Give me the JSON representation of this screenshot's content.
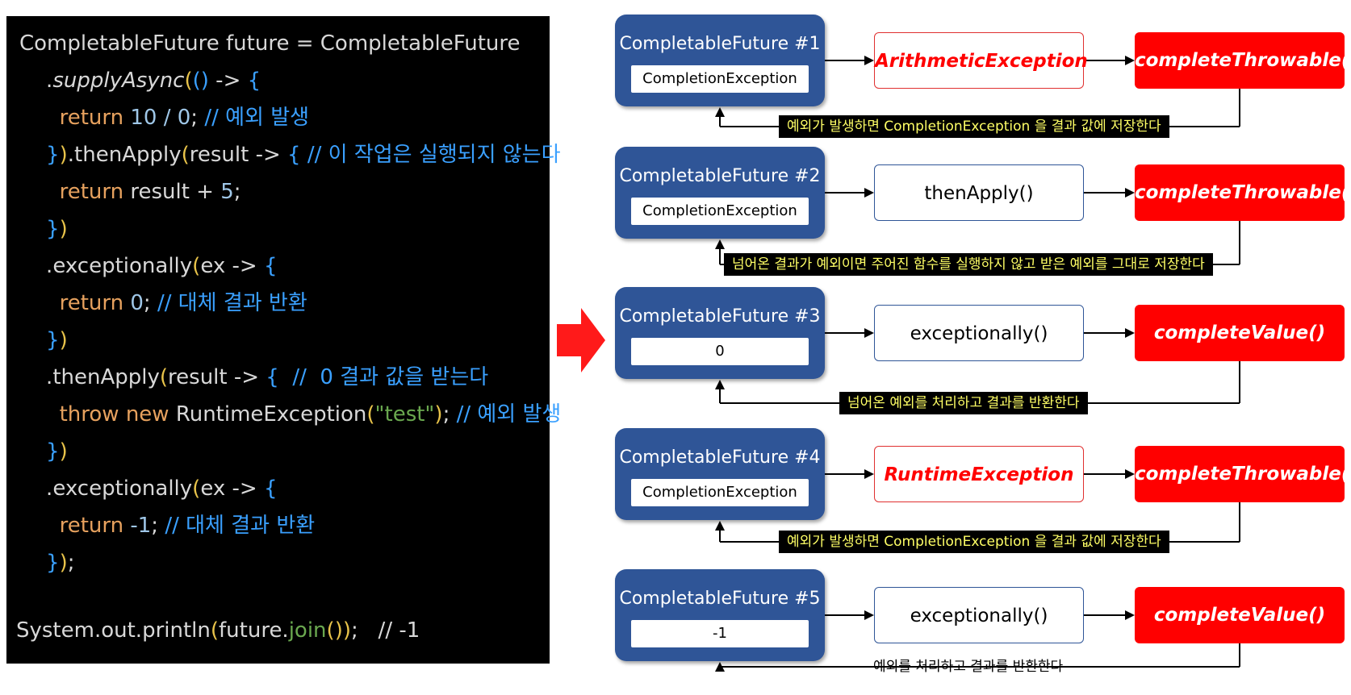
{
  "code": {
    "lines": [
      [
        {
          "t": "CompletableFuture future = CompletableFuture",
          "c": "white"
        }
      ],
      [
        {
          "t": "    .",
          "c": "white"
        },
        {
          "t": "supplyAsync",
          "c": "white",
          "i": true
        },
        {
          "t": "(",
          "c": "yellow"
        },
        {
          "t": "()",
          "c": "blue"
        },
        {
          "t": " -> ",
          "c": "white"
        },
        {
          "t": "{",
          "c": "blue"
        }
      ],
      [
        {
          "t": "      return ",
          "c": "orange"
        },
        {
          "t": "10 / 0",
          "c": "num"
        },
        {
          "t": "; ",
          "c": "white"
        },
        {
          "t": "// 예외 발생",
          "c": "blue"
        }
      ],
      [
        {
          "t": "    }",
          "c": "blue"
        },
        {
          "t": ")",
          "c": "yellow"
        },
        {
          "t": ".thenApply",
          "c": "white"
        },
        {
          "t": "(",
          "c": "yellow"
        },
        {
          "t": "result -> ",
          "c": "white"
        },
        {
          "t": "{ // 이 작업은 실행되지 않는다",
          "c": "blue"
        }
      ],
      [
        {
          "t": "      return ",
          "c": "orange"
        },
        {
          "t": "result + ",
          "c": "white"
        },
        {
          "t": "5",
          "c": "num"
        },
        {
          "t": ";",
          "c": "white"
        }
      ],
      [
        {
          "t": "    }",
          "c": "blue"
        },
        {
          "t": ")",
          "c": "yellow"
        }
      ],
      [
        {
          "t": "    .exceptionally",
          "c": "white"
        },
        {
          "t": "(",
          "c": "yellow"
        },
        {
          "t": "ex -> ",
          "c": "white"
        },
        {
          "t": "{",
          "c": "blue"
        }
      ],
      [
        {
          "t": "      return ",
          "c": "orange"
        },
        {
          "t": "0",
          "c": "num"
        },
        {
          "t": "; ",
          "c": "white"
        },
        {
          "t": "// 대체 결과 반환",
          "c": "blue"
        }
      ],
      [
        {
          "t": "    }",
          "c": "blue"
        },
        {
          "t": ")",
          "c": "yellow"
        }
      ],
      [
        {
          "t": "    .thenApply",
          "c": "white"
        },
        {
          "t": "(",
          "c": "yellow"
        },
        {
          "t": "result -> ",
          "c": "white"
        },
        {
          "t": "{  //  0 결과 값을 받는다",
          "c": "blue"
        }
      ],
      [
        {
          "t": "      throw new ",
          "c": "orange"
        },
        {
          "t": "RuntimeException",
          "c": "white"
        },
        {
          "t": "(",
          "c": "yellow"
        },
        {
          "t": "\"test\"",
          "c": "green"
        },
        {
          "t": ")",
          "c": "yellow"
        },
        {
          "t": "; ",
          "c": "white"
        },
        {
          "t": "// 예외 발생",
          "c": "blue"
        }
      ],
      [
        {
          "t": "    }",
          "c": "blue"
        },
        {
          "t": ")",
          "c": "yellow"
        }
      ],
      [
        {
          "t": "    .exceptionally",
          "c": "white"
        },
        {
          "t": "(",
          "c": "yellow"
        },
        {
          "t": "ex -> ",
          "c": "white"
        },
        {
          "t": "{",
          "c": "blue"
        }
      ],
      [
        {
          "t": "      return ",
          "c": "orange"
        },
        {
          "t": "-1",
          "c": "num"
        },
        {
          "t": "; ",
          "c": "white"
        },
        {
          "t": "// 대체 결과 반환",
          "c": "blue"
        }
      ],
      [
        {
          "t": "    }",
          "c": "blue"
        },
        {
          "t": ")",
          "c": "yellow"
        },
        {
          "t": ";",
          "c": "white"
        }
      ],
      [],
      [
        {
          "t": "System.out.println",
          "c": "white"
        },
        {
          "t": "(",
          "c": "yellow"
        },
        {
          "t": "future.",
          "c": "white"
        },
        {
          "t": "join",
          "c": "green"
        },
        {
          "t": "()",
          "c": "yellow"
        },
        {
          "t": ")",
          "c": "yellow"
        },
        {
          "t": ";   // -1",
          "c": "white"
        }
      ]
    ]
  },
  "rows": [
    {
      "title": "CompletableFuture #1",
      "value": "CompletionException",
      "middle": "ArithmeticException",
      "middle_style": "error",
      "result": "completeThrowable()",
      "caption": "예외가 발생하면 CompletionException 을 결과 값에 저장한다",
      "caption_style": "dark"
    },
    {
      "title": "CompletableFuture #2",
      "value": "CompletionException",
      "middle": "thenApply()",
      "middle_style": "normal",
      "result": "completeThrowable()",
      "caption": "넘어온 결과가 예외이면 주어진 함수를 실행하지 않고 받은 예외를 그대로 저장한다",
      "caption_style": "dark"
    },
    {
      "title": "CompletableFuture #3",
      "value": "0",
      "middle": "exceptionally()",
      "middle_style": "normal",
      "result": "completeValue()",
      "caption": "넘어온 예외를 처리하고 결과를 반환한다",
      "caption_style": "dark"
    },
    {
      "title": "CompletableFuture #4",
      "value": "CompletionException",
      "middle": "RuntimeException",
      "middle_style": "error",
      "result": "completeThrowable()",
      "caption": "예외가 발생하면 CompletionException 을 결과 값에 저장한다",
      "caption_style": "dark"
    },
    {
      "title": "CompletableFuture #5",
      "value": "-1",
      "middle": "exceptionally()",
      "middle_style": "normal",
      "result": "completeValue()",
      "caption": "예외를 처리하고 결과를 반환한다",
      "caption_style": "plain"
    }
  ],
  "colors": {
    "future_box": "#2f5597",
    "result_box": "#ff0000",
    "big_arrow": "#ff1a1a",
    "caption_bg": "#000000",
    "caption_text": "#ffff66"
  }
}
